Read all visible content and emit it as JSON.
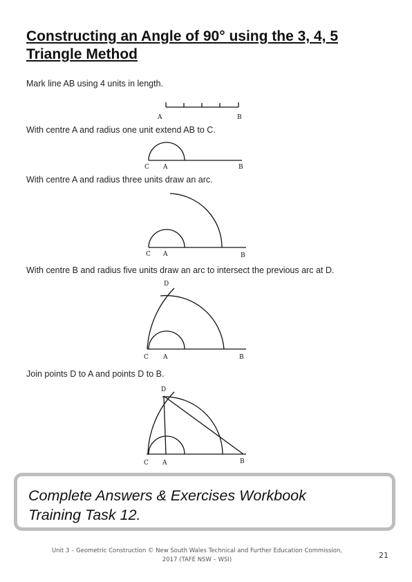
{
  "title": "Constructing an Angle of 90° using the 3, 4, 5 Triangle Method",
  "steps": [
    "Mark line AB using 4 units in length.",
    "With centre A and radius one unit extend AB to C.",
    "With centre A and radius three units draw an arc.",
    "With centre B and radius five units draw an arc to intersect the previous arc at D.",
    "Join points D to A and points D to B."
  ],
  "figure_labels": {
    "a": "A",
    "b": "B",
    "c": "C",
    "d": "D"
  },
  "exercise_box": {
    "line1": "Complete Answers & Exercises Workbook",
    "line2": "Training Task 12."
  },
  "footer": {
    "line1": "Unit 3 – Geometric Construction © New South Wales Technical and Further Education Commission,",
    "line2": "2017 (TAFE NSW – WSI)",
    "page_number": "21"
  }
}
